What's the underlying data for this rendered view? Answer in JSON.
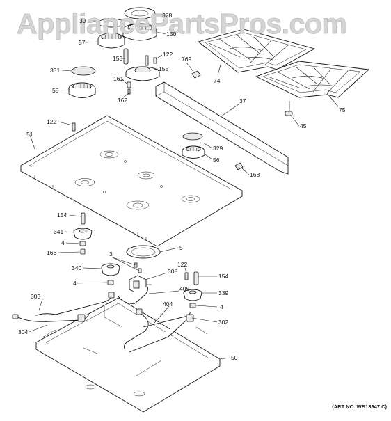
{
  "watermark": "AppliancePartsPros.com",
  "art_number": "(ART NO. WB13947 C)",
  "callouts": [
    "30",
    "328",
    "150",
    "57",
    "153",
    "122",
    "769",
    "155",
    "74",
    "331",
    "161",
    "58",
    "162",
    "37",
    "75",
    "45",
    "122",
    "51",
    "329",
    "56",
    "168",
    "154",
    "341",
    "4",
    "168",
    "5",
    "3",
    "340",
    "308",
    "122",
    "154",
    "4",
    "339",
    "405",
    "303",
    "4",
    "404",
    "302",
    "304",
    "50"
  ]
}
